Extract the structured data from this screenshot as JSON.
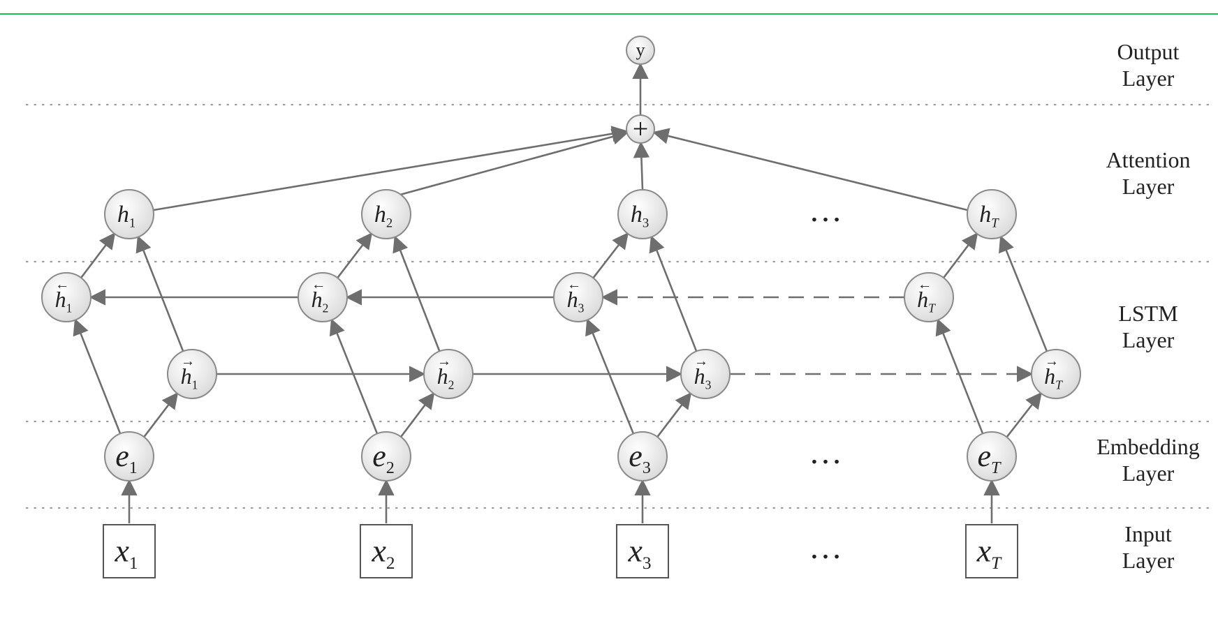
{
  "colors": {
    "accent_line": "#1db954",
    "arrow": "#6e6e6e",
    "node_stroke": "#8a8a8a",
    "node_fill_light": "#ffffff",
    "node_fill_dark": "#d9d9d9",
    "divider": "#9a9a9a",
    "text": "#222222"
  },
  "layers": [
    {
      "name": "Output",
      "word": "Layer"
    },
    {
      "name": "Attention",
      "word": "Layer"
    },
    {
      "name": "LSTM",
      "word": "Layer"
    },
    {
      "name": "Embedding",
      "word": "Layer"
    },
    {
      "name": "Input",
      "word": "Layer"
    }
  ],
  "output_node": "y",
  "sum_symbol": "+",
  "ellipsis": "…",
  "steps": [
    {
      "sub": "1"
    },
    {
      "sub": "2"
    },
    {
      "sub": "3"
    },
    {
      "sub": "T"
    }
  ],
  "symbols": {
    "input": "x",
    "embedding": "e",
    "hidden": "h",
    "forward_mark": "→",
    "backward_mark": "←"
  }
}
